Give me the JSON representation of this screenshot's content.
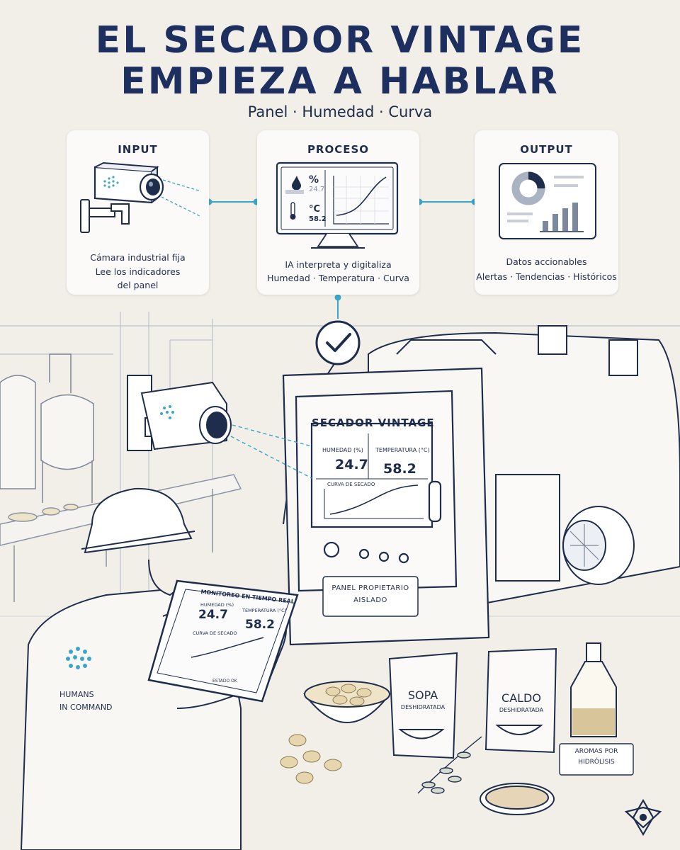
{
  "header": {
    "title_line1": "EL SECADOR VINTAGE",
    "title_line2": "EMPIEZA A HABLAR",
    "subtitle": "Panel · Humedad · Curva"
  },
  "cards": {
    "input": {
      "title": "INPUT",
      "line1": "Cámara industrial fija",
      "line2": "Lee los indicadores",
      "line3": "del panel",
      "icon": "camera-icon"
    },
    "proceso": {
      "title": "PROCESO",
      "line1": "IA interpreta y digitaliza",
      "line2": "Humedad · Temperatura · Curva",
      "icon": "monitor-icon",
      "monitor": {
        "humidity_unit": "%",
        "humidity_value": "24.7",
        "temp_unit": "°C",
        "temp_value": "58.2"
      }
    },
    "output": {
      "title": "OUTPUT",
      "line1": "Datos accionables",
      "line2": "Alertas · Tendencias · Históricos",
      "icon": "dashboard-icon"
    }
  },
  "machine_panel": {
    "title": "SECADOR VINTAGE",
    "humidity_label": "HUMEDAD (%)",
    "humidity_value": "24.7",
    "temp_label": "TEMPERATURA (°C)",
    "temp_value": "58.2",
    "curve_label": "CURVA DE SECADO",
    "plate_line1": "PANEL PROPIETARIO",
    "plate_line2": "AISLADO"
  },
  "tablet": {
    "title": "MONITOREO EN TIEMPO REAL",
    "humidity_label": "HUMEDAD (%)",
    "humidity_value": "24.7",
    "temp_label": "TEMPERATURA (°C)",
    "temp_value": "58.2",
    "curve_label": "CURVA DE SECADO",
    "status_label": "ESTADO OK"
  },
  "worker": {
    "badge_line1": "HUMANS",
    "badge_line2": "IN COMMAND"
  },
  "products": {
    "sopa_name": "SOPA",
    "sopa_sub": "DESHIDRATADA",
    "caldo_name": "CALDO",
    "caldo_sub": "DESHIDRATADA",
    "aromas_line1": "AROMAS POR",
    "aromas_line2": "HIDRÓLISIS"
  },
  "colors": {
    "navy": "#1c2f5e",
    "accent": "#3aa6c8",
    "background": "#f2efe9",
    "card": "#fbfaf8"
  }
}
